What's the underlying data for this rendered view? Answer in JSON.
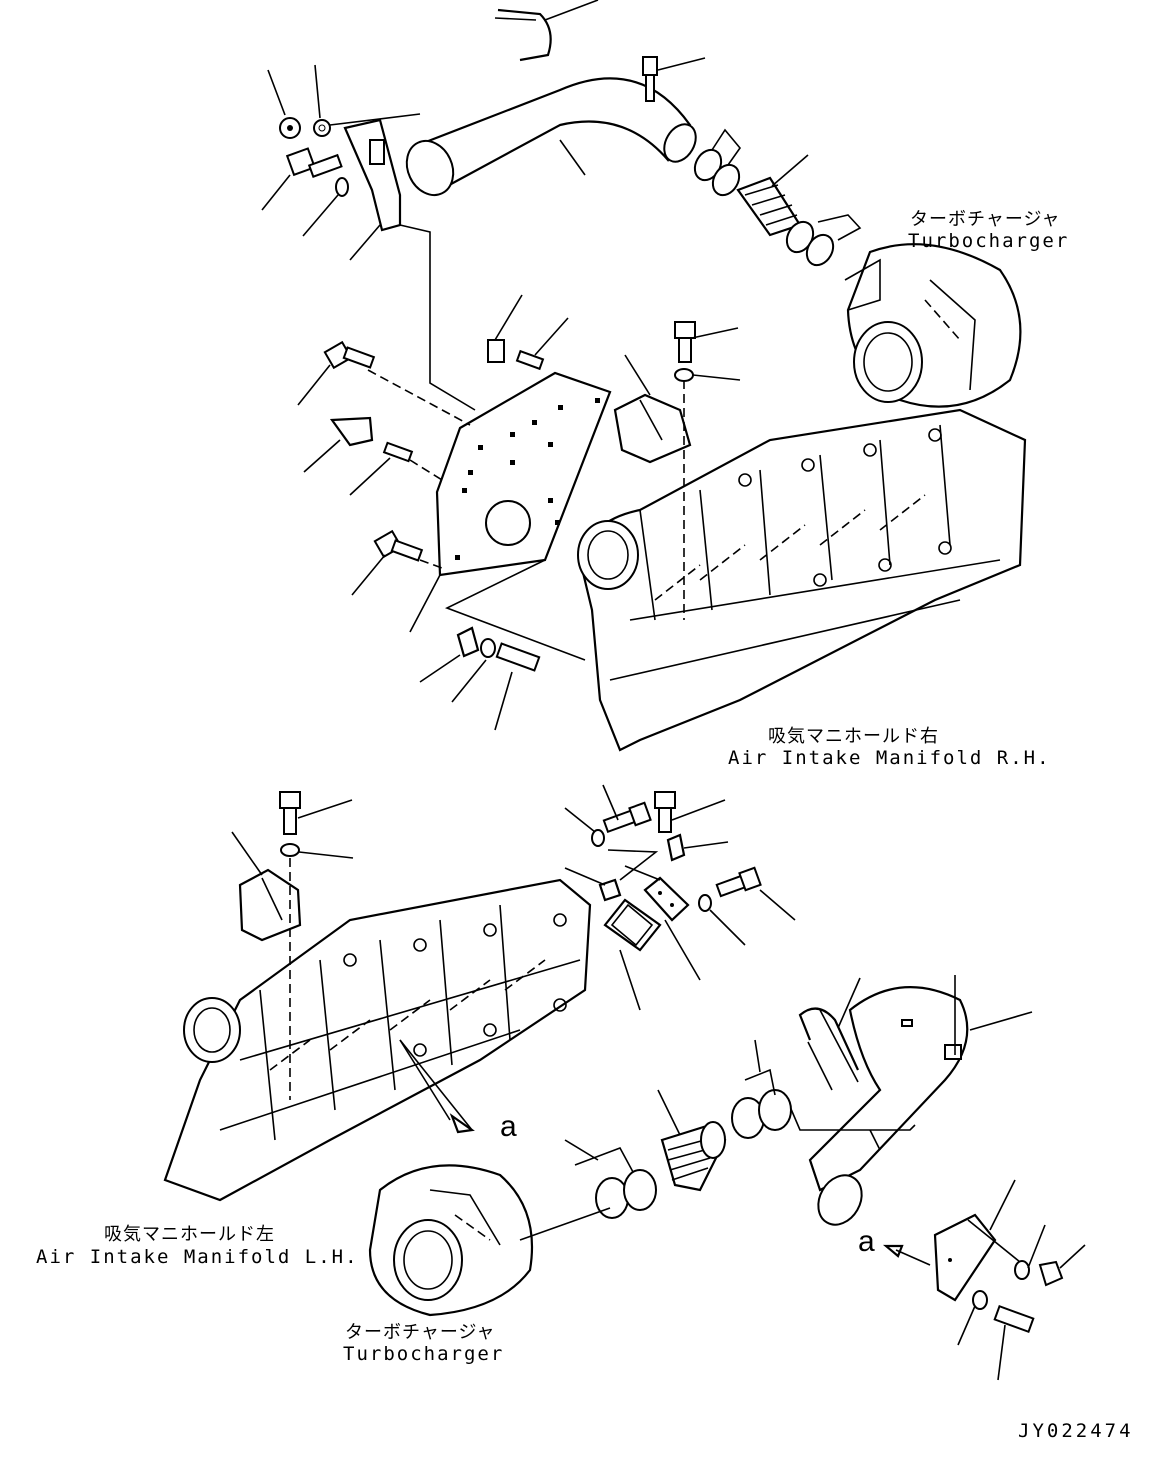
{
  "labels": {
    "turbo_upper_jp": "ターボチャージャ",
    "turbo_upper_en": "Turbocharger",
    "manifold_rh_jp": "吸気マニホールド右",
    "manifold_rh_en": "Air Intake Manifold R.H.",
    "manifold_lh_jp": "吸気マニホールド左",
    "manifold_lh_en": "Air Intake Manifold L.H.",
    "turbo_lower_jp": "ターボチャージャ",
    "turbo_lower_en": "Turbocharger",
    "ref_a": "a",
    "drawing_number": "JY022474"
  }
}
